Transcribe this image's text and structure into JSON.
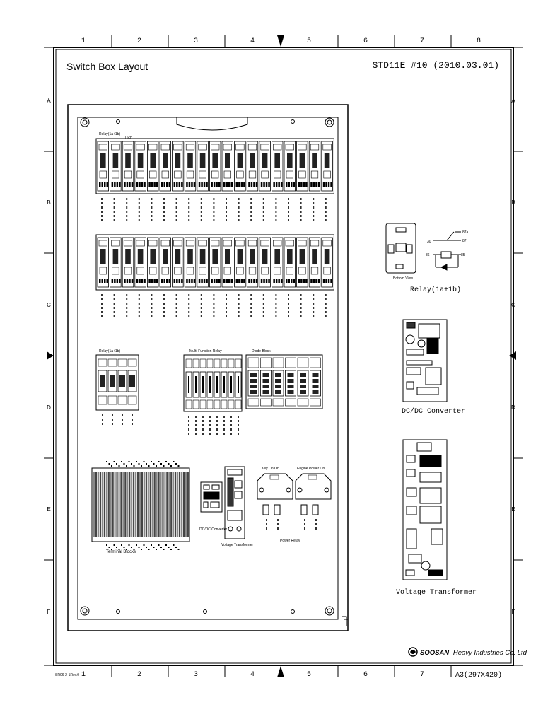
{
  "sheet": {
    "title": "Switch Box Layout",
    "doc_id": "STD11E #10 (2010.03.01)",
    "company": "SOOSAN Heavy Industries Co. Ltd",
    "company_brand": "SOOSAN",
    "company_rest": "Heavy Industries Co. Ltd",
    "paper_size": "A3(297X420)",
    "drawing_no": "SR06-2-1Rev.0",
    "col_labels": [
      "1",
      "2",
      "3",
      "4",
      "5",
      "6",
      "7",
      "8"
    ],
    "row_labels": [
      "A",
      "B",
      "C",
      "D",
      "E",
      "F"
    ]
  },
  "switch_box": {
    "relay_group_top_label": "Relay(1a+1b)",
    "relay_group_top_label2": "16ch",
    "relay_row_top_count": 19,
    "relay_row_bottom_count": 19,
    "small_relay_label": "Relay(1a+1b)",
    "multifunction_label": "Multi-Function Relay",
    "diode_block_label": "Diode Block",
    "terminal_blocks_label": "Terminal Blocks",
    "dcdc_label": "DC/DC Converter",
    "voltage_label": "Voltage Transformer",
    "power_relay_label": "Power Relay",
    "key_on_label": "Key On On",
    "engine_on_label": "Engine Power On"
  },
  "details": {
    "relay_caption": "Relay(1a+1b)",
    "relay_bottom_view": "Bottom View",
    "relay_pins": [
      "87a",
      "87",
      "30",
      "86",
      "85"
    ],
    "dcdc_caption": "DC/DC Converter",
    "voltage_caption": "Voltage Transformer"
  }
}
